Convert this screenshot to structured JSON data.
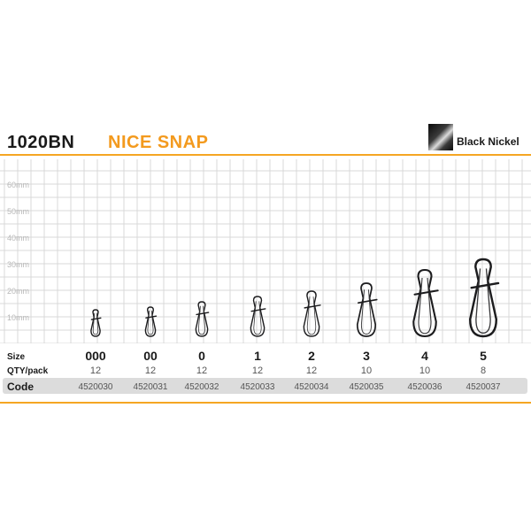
{
  "header": {
    "model": "1020BN",
    "product_name": "NICE SNAP",
    "finish_label": "Black Nickel"
  },
  "grid": {
    "y_labels": [
      "60mm",
      "50mm",
      "40mm",
      "30mm",
      "20mm",
      "10mm"
    ]
  },
  "table": {
    "size_label": "Size",
    "qty_label": "QTY/pack",
    "code_label": "Code",
    "items": [
      {
        "size": "000",
        "qty": "12",
        "code": "4520030",
        "length_mm": 10
      },
      {
        "size": "00",
        "qty": "12",
        "code": "4520031",
        "length_mm": 11
      },
      {
        "size": "0",
        "qty": "12",
        "code": "4520032",
        "length_mm": 13
      },
      {
        "size": "1",
        "qty": "12",
        "code": "4520033",
        "length_mm": 15
      },
      {
        "size": "2",
        "qty": "12",
        "code": "4520034",
        "length_mm": 17
      },
      {
        "size": "3",
        "qty": "10",
        "code": "4520035",
        "length_mm": 20
      },
      {
        "size": "4",
        "qty": "10",
        "code": "4520036",
        "length_mm": 25
      },
      {
        "size": "5",
        "qty": "8",
        "code": "4520037",
        "length_mm": 29
      }
    ]
  },
  "colors": {
    "accent": "#f39a1e",
    "rule": "#f5a623",
    "grid": "#d8d8d8",
    "code_bar": "#dcdcdc"
  }
}
